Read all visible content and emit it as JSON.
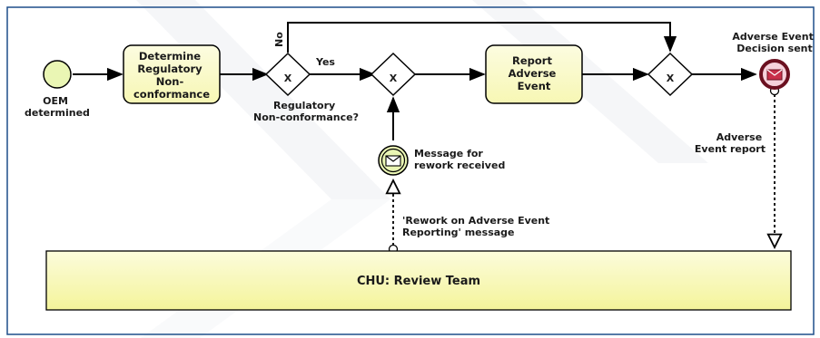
{
  "events": {
    "start": {
      "label": [
        "OEM",
        "determined"
      ]
    },
    "message_catch": {
      "label": [
        "Message for",
        "rework received"
      ]
    },
    "end": {
      "label": [
        "Adverse Event",
        "Decision sent"
      ]
    }
  },
  "tasks": {
    "determine": {
      "label": [
        "Determine",
        "Regulatory",
        "Non-",
        "conformance"
      ]
    },
    "report": {
      "label": [
        "Report",
        "Adverse",
        "Event"
      ]
    }
  },
  "gateways": {
    "g1": {
      "label": [
        "Regulatory",
        "Non-conformance?"
      ],
      "marker": "X"
    },
    "g2": {
      "marker": "X"
    },
    "g3": {
      "marker": "X"
    }
  },
  "flows": {
    "yes": "Yes",
    "no": "No"
  },
  "message_flows": {
    "rework": {
      "label": [
        "'Rework on Adverse Event",
        "Reporting' message"
      ]
    },
    "report": {
      "label": [
        "Adverse",
        "Event report"
      ]
    }
  },
  "pool": {
    "label": "CHU: Review Team"
  },
  "colors": {
    "task_fill": "#fafac8",
    "event_fill": "#eaf6b4",
    "end_fill": "#f6d2dc",
    "end_stroke": "#6b1020",
    "envelope_fill": "#c8304a",
    "pool_gradient_top": "#fcfcdc",
    "pool_gradient_bottom": "#f6f6a0",
    "frame": "#1e4f8a"
  }
}
